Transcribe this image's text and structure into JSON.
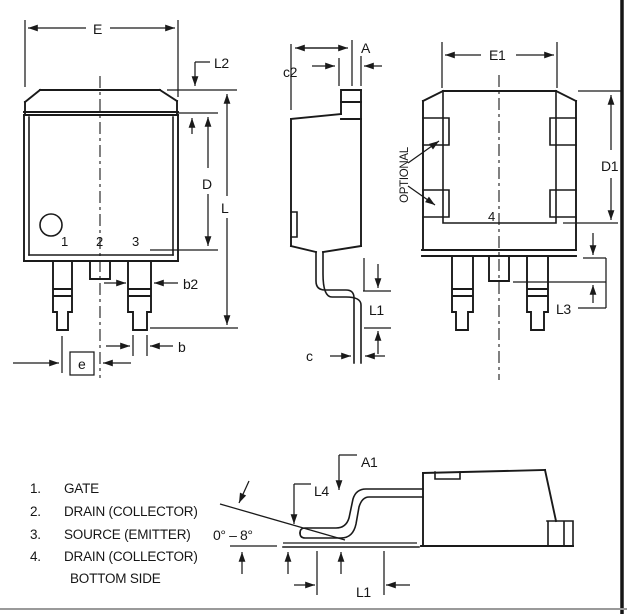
{
  "drawing": {
    "front_view": {
      "labels": {
        "E": "E",
        "L2": "L2",
        "D": "D",
        "L": "L",
        "b2": "b2",
        "b": "b",
        "e": "e"
      },
      "pins": [
        "1",
        "2",
        "3"
      ]
    },
    "side_view": {
      "labels": {
        "c2": "c2",
        "A": "A",
        "L1": "L1",
        "c": "c"
      }
    },
    "back_view": {
      "labels": {
        "E1": "E1",
        "D1": "D1",
        "L3": "L3"
      },
      "note": "OPTIONAL",
      "pin4": "4"
    },
    "profile_view": {
      "labels": {
        "A1": "A1",
        "L4": "L4",
        "L1": "L1"
      },
      "angle": "0° – 8°"
    },
    "legend": {
      "items": [
        {
          "num": "1.",
          "label": "GATE"
        },
        {
          "num": "2.",
          "label": "DRAIN (COLLECTOR)"
        },
        {
          "num": "3.",
          "label": "SOURCE (EMITTER)"
        },
        {
          "num": "4.",
          "label": "DRAIN (COLLECTOR)"
        },
        {
          "num": "",
          "label": "BOTTOM SIDE"
        }
      ]
    },
    "colors": {
      "ink": "#1a1a1a",
      "bottom_rule": "#9a9a9a",
      "right_border": "#151515"
    }
  }
}
